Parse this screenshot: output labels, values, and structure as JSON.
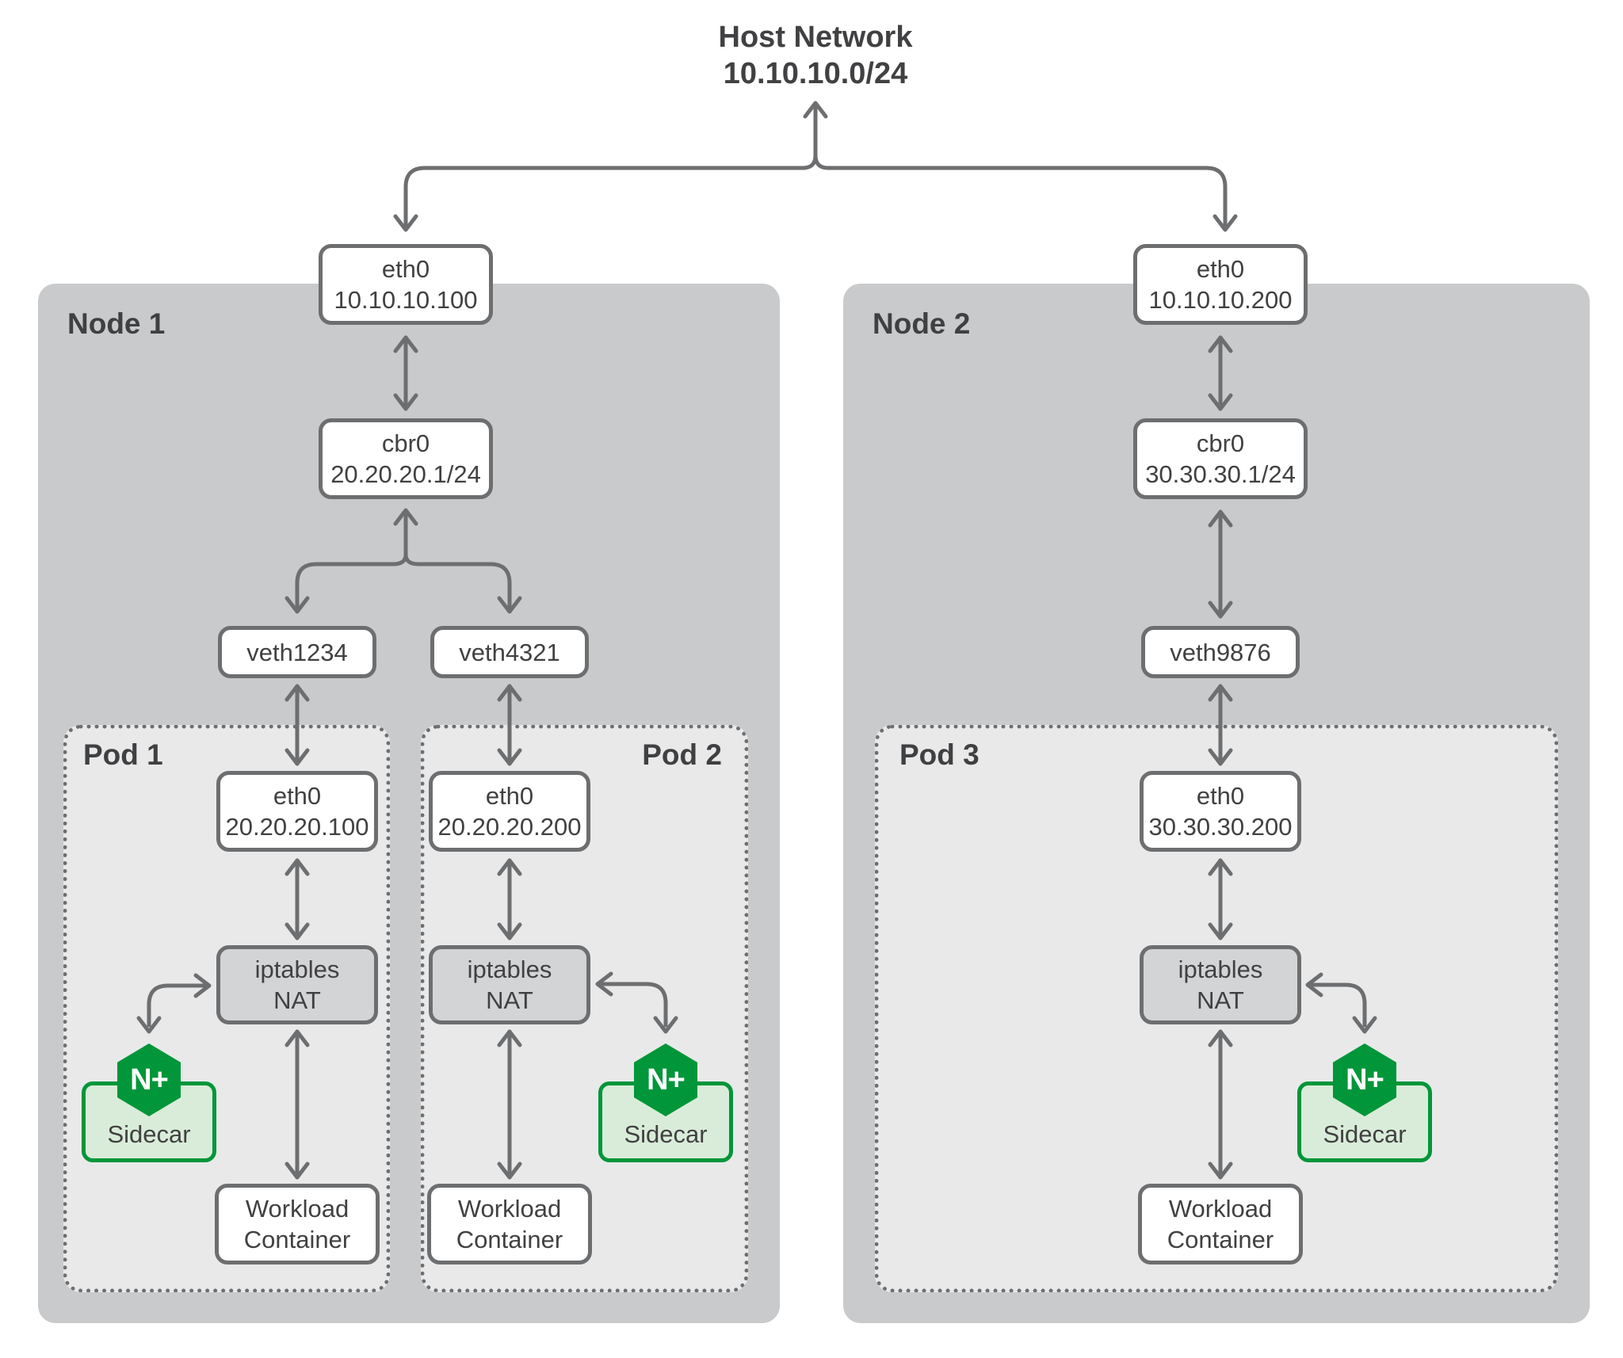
{
  "title": {
    "line1": "Host Network",
    "line2": "10.10.10.0/24"
  },
  "node1": {
    "label": "Node 1",
    "eth0": {
      "line1": "eth0",
      "line2": "10.10.10.100"
    },
    "cbr0": {
      "line1": "cbr0",
      "line2": "20.20.20.1/24"
    },
    "veth_a": {
      "label": "veth1234"
    },
    "veth_b": {
      "label": "veth4321"
    }
  },
  "node2": {
    "label": "Node 2",
    "eth0": {
      "line1": "eth0",
      "line2": "10.10.10.200"
    },
    "cbr0": {
      "line1": "cbr0",
      "line2": "30.30.30.1/24"
    },
    "veth_a": {
      "label": "veth9876"
    }
  },
  "pod1": {
    "label": "Pod 1",
    "eth0": {
      "line1": "eth0",
      "line2": "20.20.20.100"
    },
    "iptables": {
      "line1": "iptables",
      "line2": "NAT"
    },
    "sidecar": {
      "logo": "N+",
      "label": "Sidecar"
    },
    "workload": {
      "line1": "Workload",
      "line2": "Container"
    }
  },
  "pod2": {
    "label": "Pod 2",
    "eth0": {
      "line1": "eth0",
      "line2": "20.20.20.200"
    },
    "iptables": {
      "line1": "iptables",
      "line2": "NAT"
    },
    "sidecar": {
      "logo": "N+",
      "label": "Sidecar"
    },
    "workload": {
      "line1": "Workload",
      "line2": "Container"
    }
  },
  "pod3": {
    "label": "Pod 3",
    "eth0": {
      "line1": "eth0",
      "line2": "30.30.30.200"
    },
    "iptables": {
      "line1": "iptables",
      "line2": "NAT"
    },
    "sidecar": {
      "logo": "N+",
      "label": "Sidecar"
    },
    "workload": {
      "line1": "Workload",
      "line2": "Container"
    }
  },
  "colors": {
    "nginx_green": "#009639",
    "sidecar_fill": "#d9ecd9",
    "node_fill": "#c9cacb",
    "pod_fill": "#e9e9ea",
    "iptables_fill": "#d3d4d5",
    "line": "#6d6e70",
    "text": "#414042"
  }
}
